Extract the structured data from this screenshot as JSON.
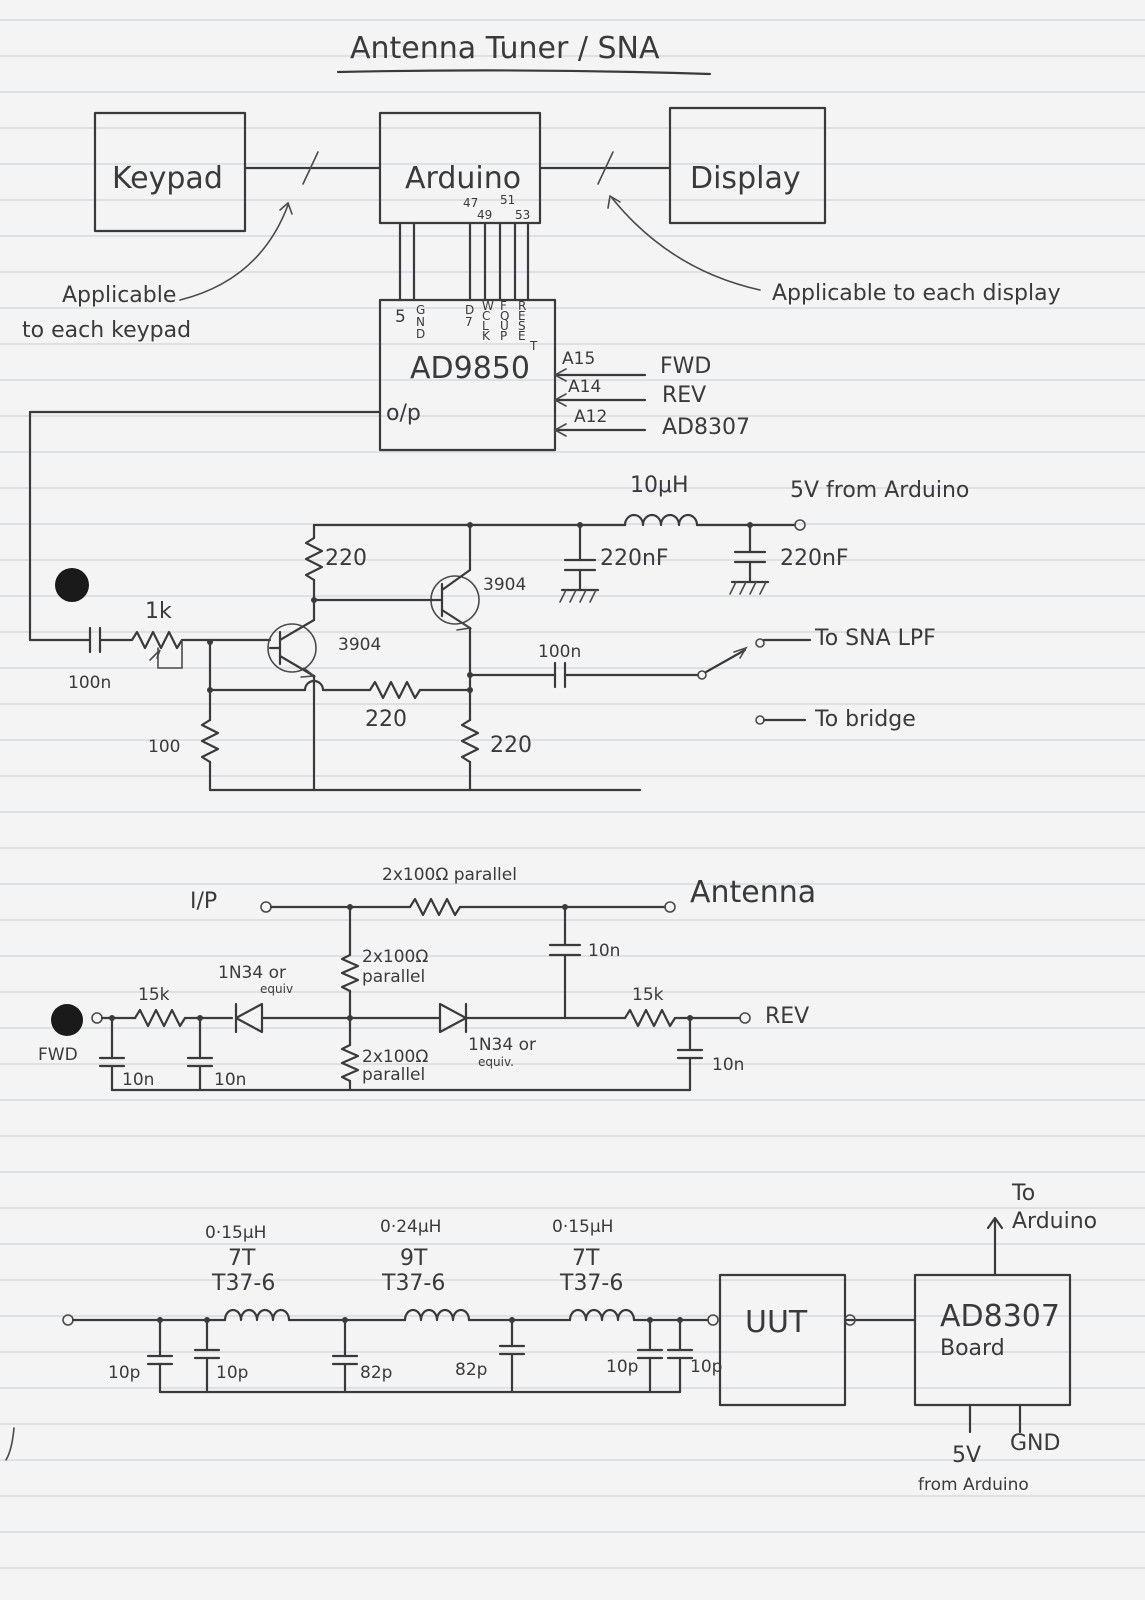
{
  "title": "Antenna Tuner / SNA",
  "blocks": {
    "keypad": "Keypad",
    "arduino": "Arduino",
    "arduino_pins": [
      "47",
      "51",
      "49",
      "53"
    ],
    "display": "Display",
    "dds": "AD9850",
    "dds_pins": [
      "5",
      "G",
      "N",
      "D",
      "D",
      "7",
      "W",
      "C",
      "L",
      "K",
      "F",
      "Q",
      "U",
      "P",
      "R",
      "E",
      "S",
      "E",
      "T"
    ],
    "dds_output": "o/p",
    "uut": "UUT",
    "detector": "AD8307",
    "detector_sub": "Board"
  },
  "notes": {
    "keypad_note_1": "Applicable",
    "keypad_note_2": "to each keypad",
    "display_note": "Applicable to each display"
  },
  "adc": [
    {
      "pin": "A15",
      "signal": "FWD"
    },
    {
      "pin": "A14",
      "signal": "REV"
    },
    {
      "pin": "A12",
      "signal": "AD8307"
    }
  ],
  "amplifier": {
    "inductor": "10μH",
    "supply": "5V from Arduino",
    "cap_1": "220nF",
    "cap_2": "220nF",
    "r_collector": "220",
    "q1": "3904",
    "q2": "3904",
    "r_input": "1k",
    "c_input": "100n",
    "c_output": "100n",
    "r_feedback": "220",
    "r_bottom": "100",
    "r_emitter": "220",
    "switch_1": "To SNA LPF",
    "switch_2": "To bridge"
  },
  "bridge": {
    "input": "I/P",
    "output": "Antenna",
    "r_series": "2x100Ω parallel",
    "r_upper_1": "2x100Ω",
    "r_upper_2": "parallel",
    "r_lower_1": "2x100Ω",
    "r_lower_2": "parallel",
    "c_top": "10n",
    "diode_left_1": "1N34 or",
    "diode_left_2": "equiv",
    "diode_right_1": "1N34 or",
    "diode_right_2": "equiv.",
    "r_fwd": "15k",
    "r_rev": "15k",
    "fwd": "FWD",
    "rev": "REV",
    "c_fwd_1": "10n",
    "c_fwd_2": "10n",
    "c_rev": "10n"
  },
  "lpf": {
    "coils": [
      {
        "value": "0·15μH",
        "turns": "7T",
        "core": "T37-6"
      },
      {
        "value": "0·24μH",
        "turns": "9T",
        "core": "T37-6"
      },
      {
        "value": "0·15μH",
        "turns": "7T",
        "core": "T37-6"
      }
    ],
    "caps": [
      "10p",
      "10p",
      "82p",
      "82p",
      "10p",
      "10p"
    ],
    "to_1": "To",
    "to_2": "Arduino",
    "supply": "5V",
    "ground": "GND",
    "supply_src": "from Arduino"
  },
  "colors": {
    "ink": "#3a3a3a",
    "paper": "#f4f4f4",
    "rule": "#c9ccd3"
  }
}
